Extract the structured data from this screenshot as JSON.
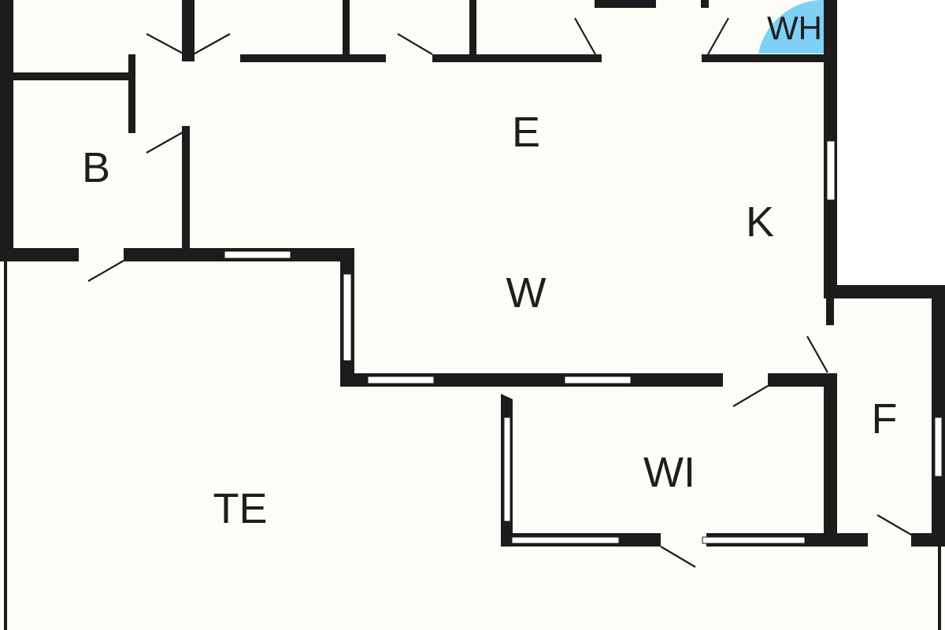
{
  "plan": {
    "colors": {
      "wall": "#1c1c1c",
      "floor": "#fdfdf8",
      "exterior": "#ffffff",
      "water_heater": "#7fd0f5"
    },
    "rooms": [
      {
        "id": "E",
        "label": "E"
      },
      {
        "id": "B",
        "label": "B"
      },
      {
        "id": "K",
        "label": "K"
      },
      {
        "id": "W",
        "label": "W"
      },
      {
        "id": "WH",
        "label": "WH"
      },
      {
        "id": "F",
        "label": "F"
      },
      {
        "id": "WI",
        "label": "WI"
      },
      {
        "id": "TE",
        "label": "TE"
      }
    ]
  }
}
